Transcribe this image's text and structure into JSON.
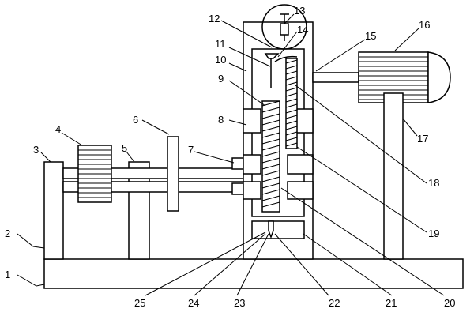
{
  "figure": {
    "labels": [
      "1",
      "2",
      "3",
      "4",
      "5",
      "6",
      "7",
      "8",
      "9",
      "10",
      "11",
      "12",
      "13",
      "14",
      "15",
      "16",
      "17",
      "18",
      "19",
      "20",
      "21",
      "22",
      "23",
      "24",
      "25"
    ]
  }
}
